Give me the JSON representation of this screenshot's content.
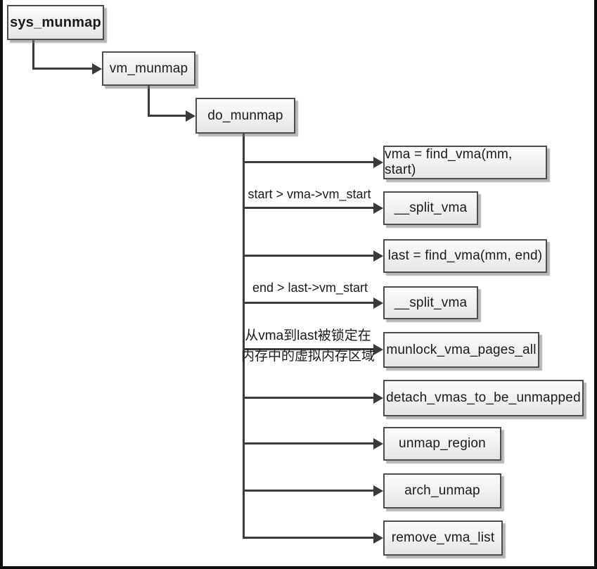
{
  "flowchart": {
    "nodes": {
      "sys_munmap": "sys_munmap",
      "vm_munmap": "vm_munmap",
      "do_munmap": "do_munmap",
      "find_vma_start": "vma = find_vma(mm, start)",
      "split_vma_first": "__split_vma",
      "find_vma_end": "last = find_vma(mm, end)",
      "split_vma_second": "__split_vma",
      "munlock_vma_pages_all": "munlock_vma_pages_all",
      "detach_vmas_to_be_unmapped": "detach_vmas_to_be_unmapped",
      "unmap_region": "unmap_region",
      "arch_unmap": "arch_unmap",
      "remove_vma_list": "remove_vma_list"
    },
    "edge_labels": {
      "split_first_condition": "start > vma->vm_start",
      "split_second_condition": "end > last->vm_start",
      "munlock_annotation_line1": "从vma到last被锁定在",
      "munlock_annotation_line2": "内存中的虚拟内存区域"
    },
    "colors": {
      "line": "#3a3a3a",
      "node_border": "#4d4d4d",
      "node_fill_top": "#fbfbfb",
      "node_fill_bottom": "#e6e6e6",
      "frame": "#0d0d0d"
    }
  }
}
